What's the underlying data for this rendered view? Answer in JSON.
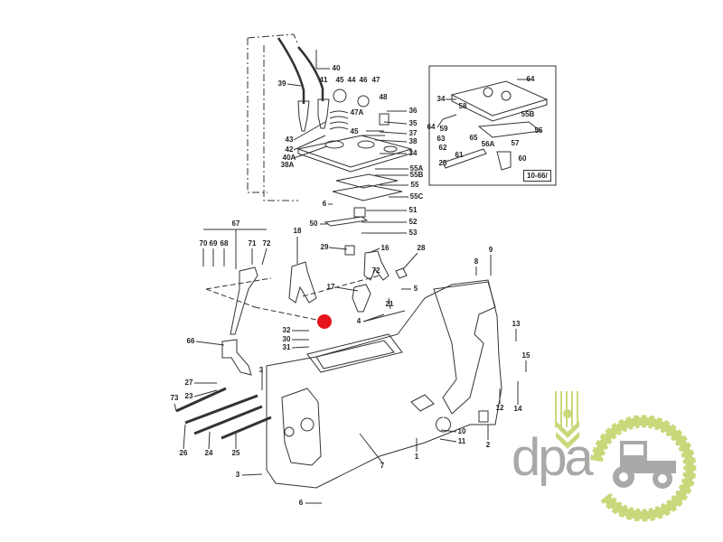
{
  "diagram": {
    "callouts": [
      "40",
      "39",
      "41",
      "45",
      "44",
      "46",
      "47",
      "48",
      "36",
      "35",
      "37",
      "38",
      "34",
      "47A",
      "45",
      "43",
      "42",
      "40A",
      "38A",
      "55A",
      "55B",
      "55",
      "55C",
      "6",
      "51",
      "50",
      "52",
      "53",
      "64",
      "34",
      "58",
      "55B",
      "64",
      "59",
      "55",
      "63",
      "65",
      "62",
      "56A",
      "57",
      "61",
      "25",
      "60",
      "67",
      "70",
      "69",
      "68",
      "71",
      "72",
      "18",
      "29",
      "16",
      "28",
      "72",
      "17",
      "5",
      "21",
      "4",
      "32",
      "30",
      "31",
      "66",
      "3",
      "27",
      "23",
      "73",
      "26",
      "24",
      "25",
      "3",
      "6",
      "7",
      "1",
      "9",
      "8",
      "13",
      "15",
      "12",
      "14",
      "10",
      "11",
      "2"
    ],
    "inset_tag": "10-66/",
    "highlight_color": "#e8141b"
  },
  "logo": {
    "text": "dpa",
    "gray": "#a9a9a9",
    "green": "#c9d87a"
  }
}
